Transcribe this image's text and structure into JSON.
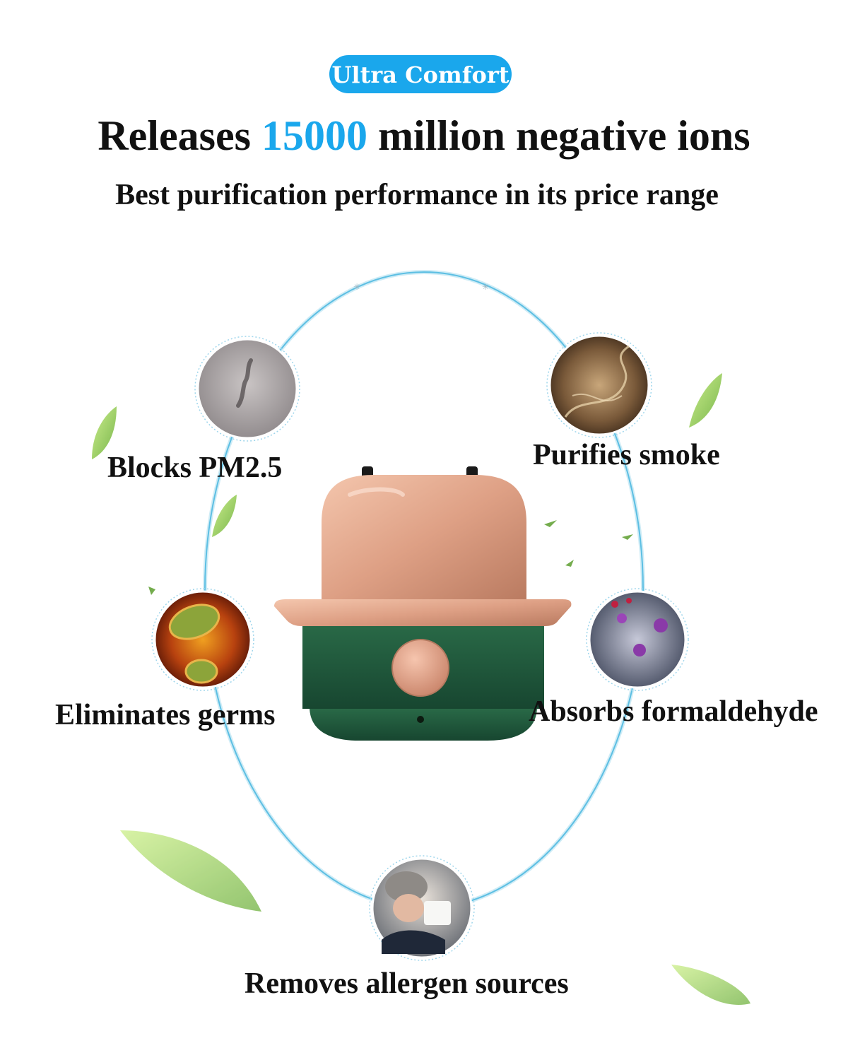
{
  "badge": {
    "label": "Ultra Comfort"
  },
  "headline": {
    "prefix": "Releases",
    "number": "15000",
    "suffix": "million negative ions"
  },
  "subheadline": "Best purification performance in its price range",
  "features": {
    "pm25": "Blocks PM2.5",
    "smoke": "Purifies smoke",
    "germs": "Eliminates germs",
    "formaldehyde": "Absorbs formaldehyde",
    "allergen": "Removes allergen sources"
  },
  "colors": {
    "accent": "#1aa7ec",
    "ring": "#7fd0ec",
    "device_top": "#e0a58a",
    "device_base": "#1f5b3c",
    "leaf": "#8ccf3a"
  },
  "icons": [
    "pm25-photo",
    "smoke-photo",
    "germs-photo",
    "formaldehyde-photo",
    "allergen-photo",
    "leaf-icon"
  ]
}
